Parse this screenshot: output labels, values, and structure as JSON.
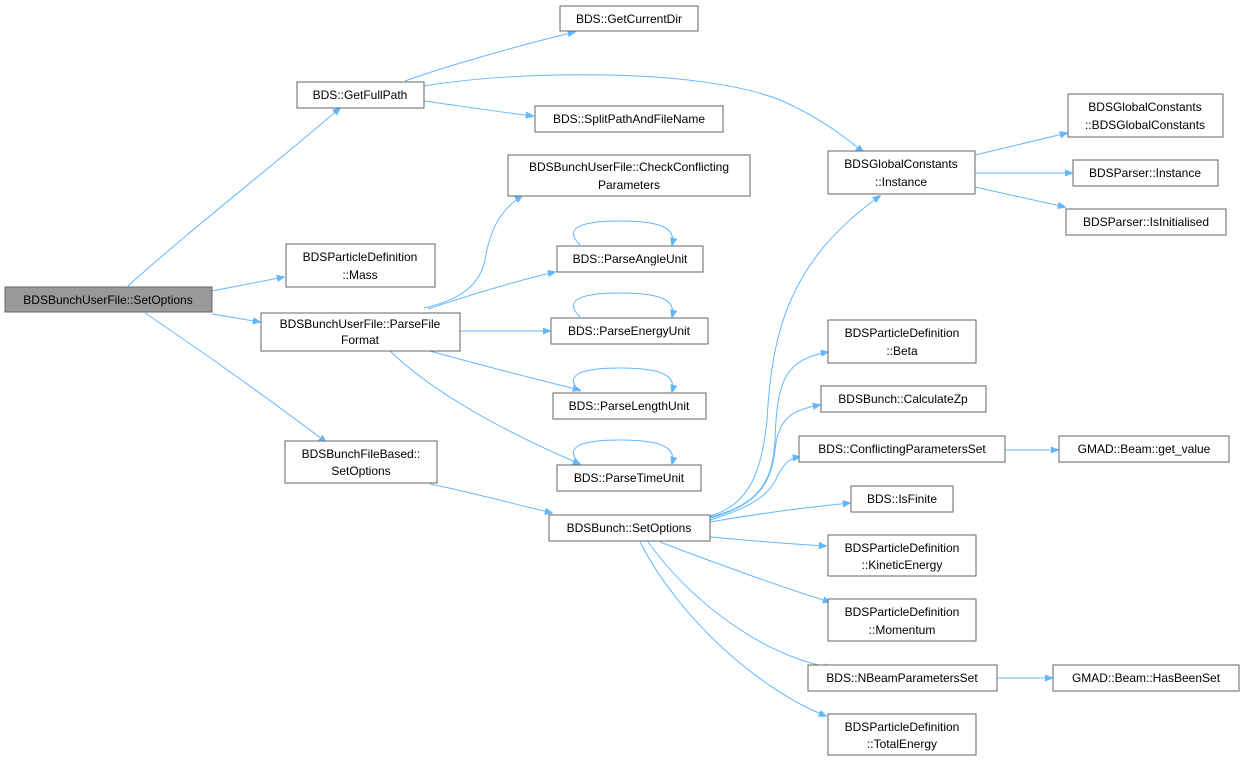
{
  "colors": {
    "edge": "#63b8ff",
    "node_border": "#666666",
    "node_fill": "#ffffff",
    "root_fill": "#999999"
  },
  "nodes": {
    "root": [
      "BDSBunchUserFile::SetOptions"
    ],
    "getFullPath": [
      "BDS::GetFullPath"
    ],
    "getCurrentDir": [
      "BDS::GetCurrentDir"
    ],
    "splitPath": [
      "BDS::SplitPathAndFileName"
    ],
    "globalInstance": [
      "BDSGlobalConstants",
      "::Instance"
    ],
    "globalCtor": [
      "BDSGlobalConstants",
      "::BDSGlobalConstants"
    ],
    "parserInstance": [
      "BDSParser::Instance"
    ],
    "parserIsInit": [
      "BDSParser::IsInitialised"
    ],
    "checkConflict": [
      "BDSBunchUserFile::CheckConflicting",
      "Parameters"
    ],
    "mass": [
      "BDSParticleDefinition",
      "::Mass"
    ],
    "parseFileFormat": [
      "BDSBunchUserFile::ParseFile",
      "Format"
    ],
    "parseAngle": [
      "BDS::ParseAngleUnit"
    ],
    "parseEnergy": [
      "BDS::ParseEnergyUnit"
    ],
    "parseLength": [
      "BDS::ParseLengthUnit"
    ],
    "parseTime": [
      "BDS::ParseTimeUnit"
    ],
    "fileBased": [
      "BDSBunchFileBased::",
      "SetOptions"
    ],
    "bunchSet": [
      "BDSBunch::SetOptions"
    ],
    "beta": [
      "BDSParticleDefinition",
      "::Beta"
    ],
    "calcZp": [
      "BDSBunch::CalculateZp"
    ],
    "conflictSet": [
      "BDS::ConflictingParametersSet"
    ],
    "getValue": [
      "GMAD::Beam::get_value"
    ],
    "isFinite": [
      "BDS::IsFinite"
    ],
    "kinetic": [
      "BDSParticleDefinition",
      "::KineticEnergy"
    ],
    "momentum": [
      "BDSParticleDefinition",
      "::Momentum"
    ],
    "nBeam": [
      "BDS::NBeamParametersSet"
    ],
    "hasBeenSet": [
      "GMAD::Beam::HasBeenSet"
    ],
    "totalEnergy": [
      "BDSParticleDefinition",
      "::TotalEnergy"
    ]
  }
}
